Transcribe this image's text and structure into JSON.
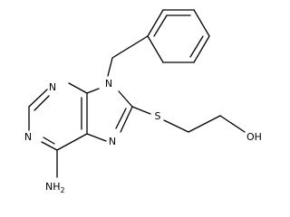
{
  "molecule": {
    "atom_labels": {
      "n_ring_top": "N",
      "n_ring_bottom": "N",
      "n9": "N",
      "n7": "N",
      "sulfur": "S",
      "hydroxyl": "OH",
      "amine": "NH",
      "amine_subscript": "2"
    }
  }
}
